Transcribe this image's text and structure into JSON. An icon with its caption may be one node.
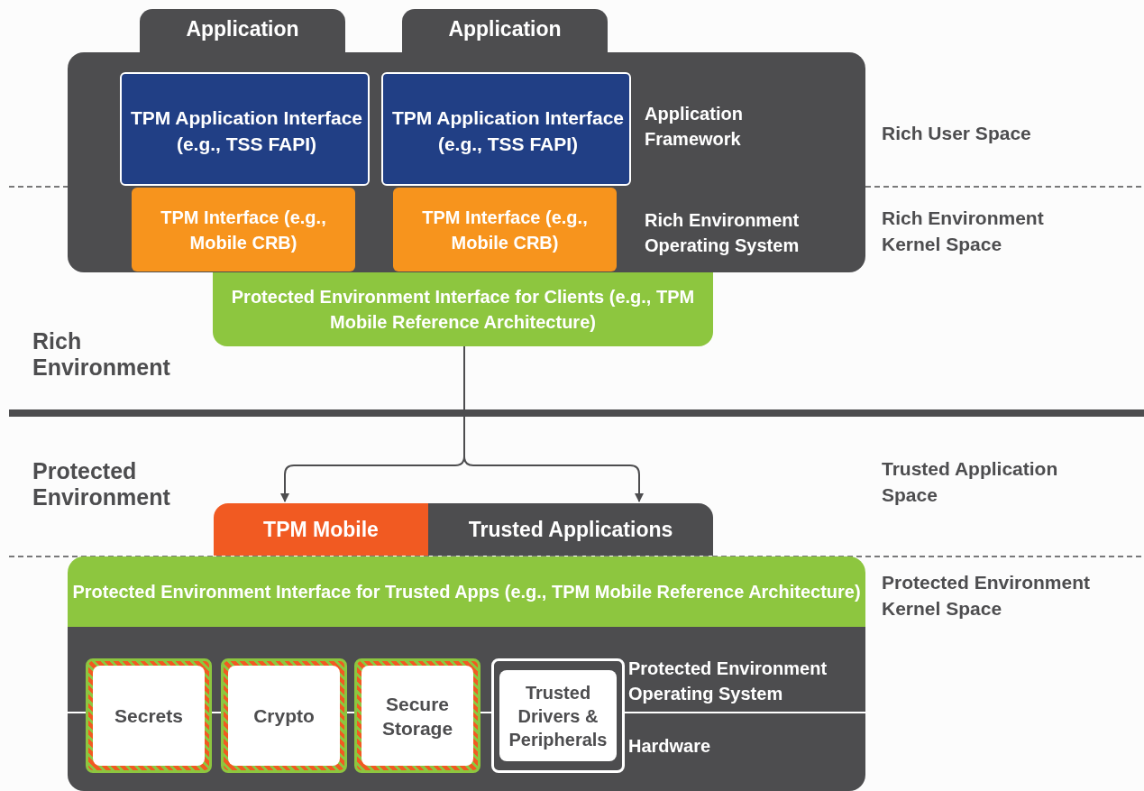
{
  "diagram": {
    "nodes": [
      {
        "text": [
          "Application Framework",
          "Rich Environment Operating System"
        ]
      },
      {
        "text": [
          "Application"
        ]
      },
      {
        "text": [
          "Application"
        ]
      },
      {
        "text": [
          "TPM Application Interface (e.g., TSS FAPI)"
        ],
        "in": 0
      },
      {
        "text": [
          "TPM Application Interface (e.g., TSS FAPI)"
        ],
        "in": 0
      },
      {
        "text": [
          "TPM Interface (e.g., Mobile CRB)"
        ],
        "in": 0
      },
      {
        "text": [
          "TPM Interface (e.g., Mobile CRB)"
        ],
        "in": 0
      },
      {
        "text": [
          "Protected Environment Interface for Clients (e.g., TPM Mobile Reference Architecture)"
        ]
      },
      {
        "text": [
          "TPM Mobile"
        ]
      },
      {
        "text": [
          "Trusted Applications"
        ]
      },
      {
        "text": [
          "Protected Environment Interface for Trusted Apps (e.g., TPM Mobile Reference Architecture)"
        ]
      },
      {
        "text": [
          "Protected Environment Operating System",
          "Hardware"
        ]
      },
      {
        "text": [
          "Secrets"
        ],
        "in": 11
      },
      {
        "text": [
          "Crypto"
        ],
        "in": 11
      },
      {
        "text": [
          "Secure Storage"
        ],
        "in": 11
      },
      {
        "text": [
          "Trusted Drivers & Peripherals"
        ],
        "in": 11
      }
    ],
    "edges": [
      {
        "from": 7,
        "to": 8,
        "arrow": "to"
      },
      {
        "from": 7,
        "to": 9,
        "arrow": "to"
      }
    ],
    "labels": [
      "Rich User Space",
      "Rich Environment Kernel Space",
      "Rich Environment",
      "Protected Environment",
      "Trusted Application Space",
      "Protected Environment Kernel Space"
    ]
  }
}
